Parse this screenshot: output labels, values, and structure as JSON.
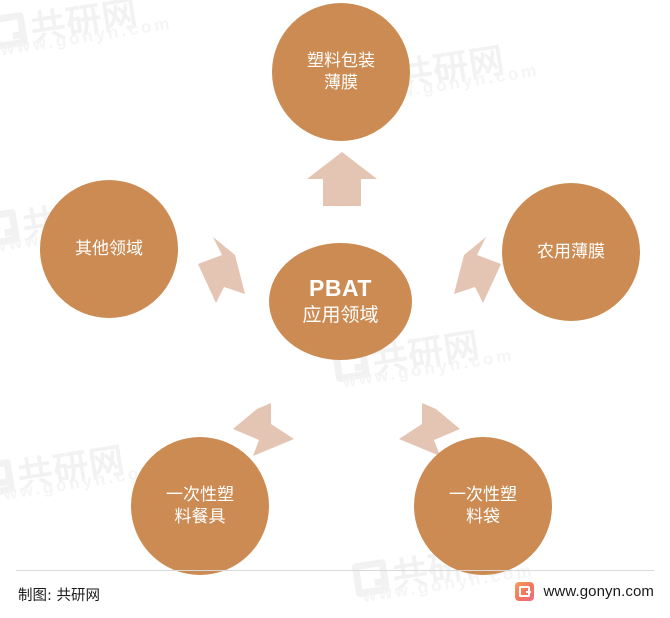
{
  "diagram": {
    "type": "hub-and-spoke",
    "center": {
      "title": "PBAT",
      "subtitle": "应用领域"
    },
    "nodes": [
      {
        "id": "top",
        "label": "塑料包装薄膜",
        "lines": [
          "塑料包装",
          "薄膜"
        ],
        "position": "top"
      },
      {
        "id": "right",
        "label": "农用薄膜",
        "lines": [
          "农用薄膜"
        ],
        "position": "right"
      },
      {
        "id": "bottom-right",
        "label": "一次性塑料袋",
        "lines": [
          "一次性塑",
          "料袋"
        ],
        "position": "bottom-right"
      },
      {
        "id": "bottom-left",
        "label": "一次性塑料餐具",
        "lines": [
          "一次性塑",
          "料餐具"
        ],
        "position": "bottom-left"
      },
      {
        "id": "left",
        "label": "其他领域",
        "lines": [
          "其他领域"
        ],
        "position": "left"
      }
    ],
    "arrows": [
      {
        "id": "arrow-to-top",
        "direction": "up",
        "from": "center",
        "to": "top"
      },
      {
        "id": "arrow-to-right",
        "direction": "up-right",
        "from": "center",
        "to": "right"
      },
      {
        "id": "arrow-to-left",
        "direction": "up-left",
        "from": "center",
        "to": "left"
      },
      {
        "id": "arrow-to-bottom-left",
        "direction": "up-right",
        "from": "bottom-left",
        "to": "center"
      },
      {
        "id": "arrow-to-bottom-right",
        "direction": "up-left",
        "from": "bottom-right",
        "to": "center"
      }
    ],
    "colors": {
      "node_fill": "#cb8b52",
      "node_text": "#ffffff",
      "arrow_fill": "#e4c4b2",
      "background": "#ffffff"
    }
  },
  "watermark": {
    "brand_cn": "共研网",
    "url": "www.gonyn.com"
  },
  "footer": {
    "credit": "制图: 共研网",
    "url": "www.gonyn.com"
  }
}
